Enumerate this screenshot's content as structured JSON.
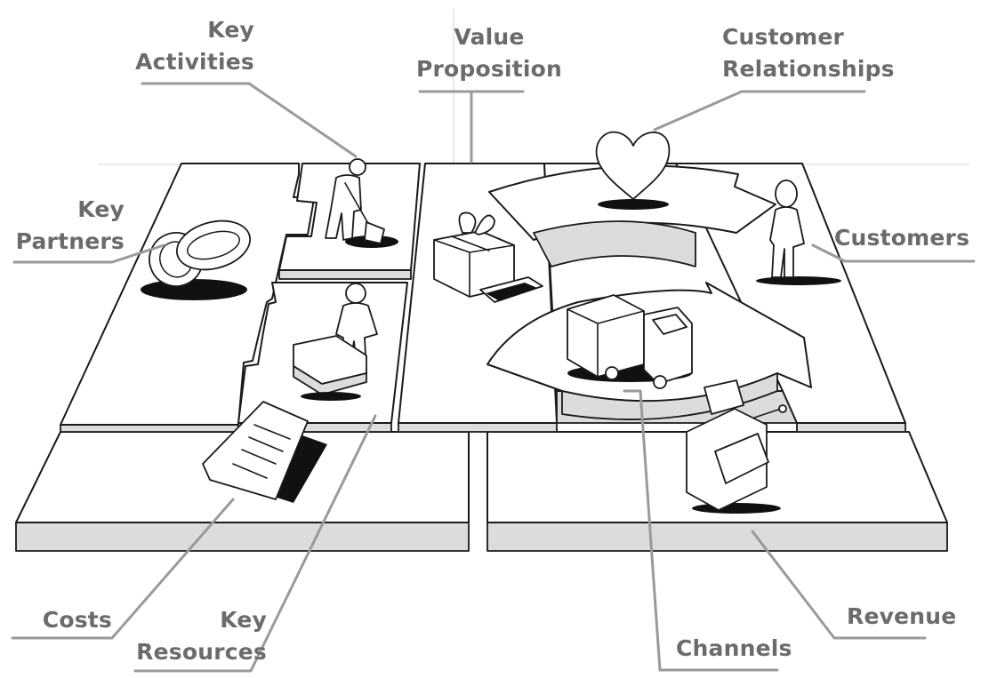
{
  "diagram": {
    "title": "Business Model Canvas",
    "labels": {
      "key_activities": [
        "Key",
        "Activities"
      ],
      "value_proposition": [
        "Value",
        "Proposition"
      ],
      "customer_relationships": [
        "Customer",
        "Relationships"
      ],
      "key_partners": [
        "Key",
        "Partners"
      ],
      "customers": [
        "Customers"
      ],
      "costs": [
        "Costs"
      ],
      "key_resources": [
        "Key",
        "Resources"
      ],
      "channels": [
        "Channels"
      ],
      "revenue": [
        "Revenue"
      ]
    },
    "illustrations": {
      "key_partners": "interlocked-rings-icon",
      "key_activities": "person-digging-icon",
      "key_resources": "person-with-machine-icon",
      "value_proposition": "gift-box-icon",
      "customer_relationships": "heart-icon",
      "channels": "delivery-truck-icon",
      "customers": "standing-person-icon",
      "costs": "invoice-paper-icon",
      "revenue": "cash-register-icon"
    },
    "colors": {
      "label_text": "#6b6b6b",
      "leader_line": "#9a9a9a",
      "outline": "#1a1a1a",
      "block_side": "#dcdcdc",
      "block_top": "#ffffff"
    }
  }
}
